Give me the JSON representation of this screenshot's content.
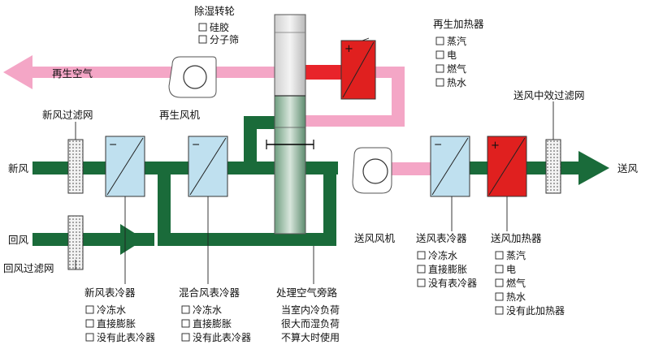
{
  "labels": {
    "regen_air": "再生空气",
    "fresh_air": "新风",
    "return_air": "回风",
    "supply_air": "送风",
    "fresh_filter": "新风过滤网",
    "return_filter": "回风过滤网",
    "supply_filter": "送风中效过滤网",
    "regen_fan": "再生风机",
    "supply_fan": "送风风机",
    "bypass": "处理空气旁路",
    "bypass_note": [
      "当室内冷负荷",
      "很大而湿负荷",
      "不算大时使用"
    ]
  },
  "dehum_wheel": {
    "title": "除湿转轮",
    "options": [
      "硅胶",
      "分子筛"
    ]
  },
  "regen_heater": {
    "title": "再生加热器",
    "options": [
      "蒸汽",
      "电",
      "燃气",
      "热水"
    ]
  },
  "fresh_cooler": {
    "title": "新风表冷器",
    "options": [
      "冷冻水",
      "直接膨胀",
      "没有此表冷器"
    ]
  },
  "mixed_cooler": {
    "title": "混合风表冷器",
    "options": [
      "冷冻水",
      "直接膨胀",
      "没有此表冷器"
    ]
  },
  "supply_cooler": {
    "title": "送风表冷器",
    "options": [
      "冷冻水",
      "直接膨胀",
      "没有表冷器"
    ]
  },
  "supply_heater": {
    "title": "送风加热器",
    "options": [
      "蒸汽",
      "电",
      "燃气",
      "热水",
      "没有此加热器"
    ]
  },
  "symbols": {
    "minus": "−",
    "plus": "+"
  },
  "colors": {
    "processed_air": "#1a6b3a",
    "regen_air": "#f4a6c6",
    "regen_hot": "#e8242a",
    "cooler": "#bfe0ef",
    "heater": "#e0201f"
  }
}
